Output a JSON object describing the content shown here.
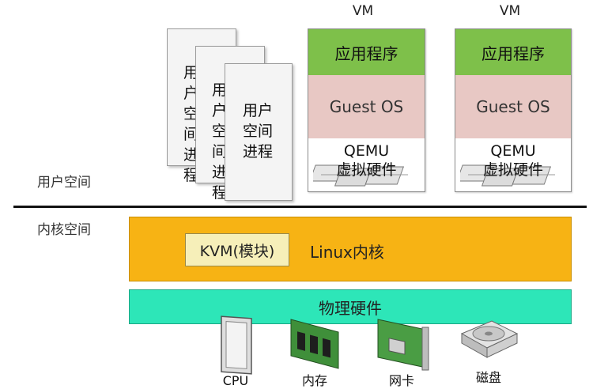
{
  "labels": {
    "user_space": "用户空间",
    "kernel_space": "内核空间"
  },
  "processes": [
    {
      "text": "用户空间进程"
    },
    {
      "text": "用户空间进程"
    },
    {
      "lines": [
        "用户",
        "空间",
        "进程"
      ]
    }
  ],
  "vms": [
    {
      "title": "VM",
      "app": "应用程序",
      "guest_os": "Guest OS",
      "qemu": "QEMU",
      "virtual_hw": "虚拟硬件"
    },
    {
      "title": "VM",
      "app": "应用程序",
      "guest_os": "Guest OS",
      "qemu": "QEMU",
      "virtual_hw": "虚拟硬件"
    }
  ],
  "kernel": {
    "kvm": "KVM(模块)",
    "linux": "Linux内核"
  },
  "hardware": {
    "title": "物理硬件",
    "devices": [
      {
        "label": "CPU",
        "icon": "cpu-icon"
      },
      {
        "label": "内存",
        "icon": "memory-icon"
      },
      {
        "label": "网卡",
        "icon": "nic-icon"
      },
      {
        "label": "磁盘",
        "icon": "disk-icon"
      }
    ]
  },
  "colors": {
    "app": "#7ec04a",
    "guest_os": "#e8c8c4",
    "kernel": "#f7b314",
    "kvm": "#f6efb9",
    "hardware": "#2de6b8"
  }
}
